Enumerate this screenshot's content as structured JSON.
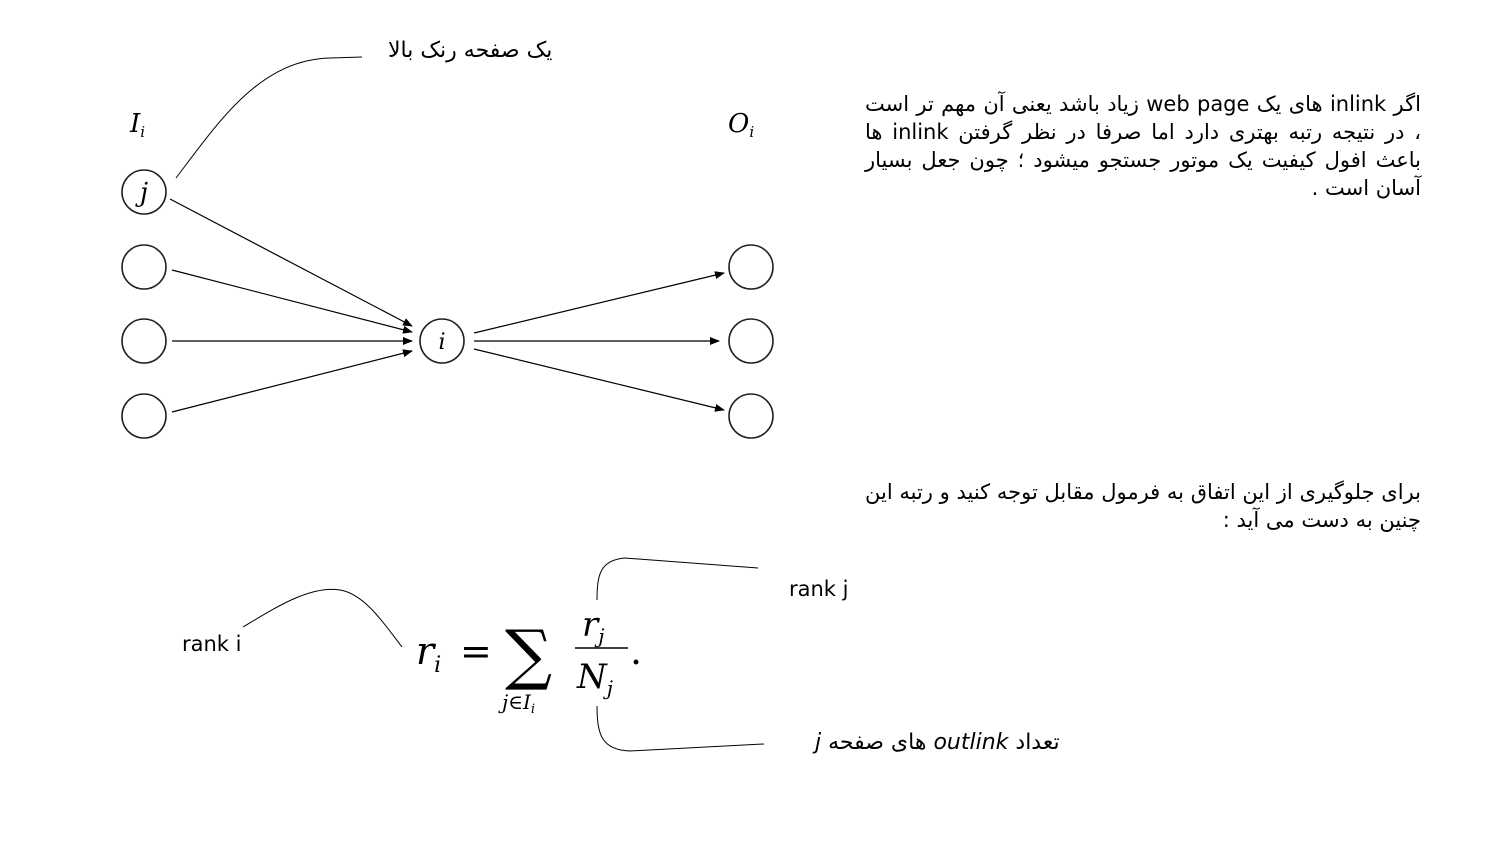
{
  "diagram": {
    "top_annotation": "یک صفحه رنک بالا",
    "input_set_label": "I",
    "input_set_sub": "i",
    "output_set_label": "O",
    "output_set_sub": "i",
    "node_j_label": "j",
    "node_i_label": "i"
  },
  "text": {
    "paragraph1": "اگر inlink های یک web page زیاد باشد یعنی آن مهم تر است ، در نتیجه رتبه بهتری دارد اما صرفا در نظر گرفتن inlink ها باعث افول کیفیت یک موتور جستجو میشود ؛ چون جعل بسیار آسان است .",
    "paragraph2": "برای جلوگیری از این اتفاق به فرمول مقابل توجه کنید و رتبه این چنین به دست می آید :"
  },
  "formula": {
    "lhs_var": "r",
    "lhs_sub": "i",
    "equals": "=",
    "sum": "∑",
    "sum_sub_j": "j",
    "sum_sub_in": "∈",
    "sum_sub_set": "I",
    "sum_sub_set_sub": "i",
    "num_var": "r",
    "num_sub": "j",
    "den_var": "N",
    "den_sub": "j",
    "period": "."
  },
  "annotations": {
    "rank_i": "rank i",
    "rank_j": "rank j",
    "outlink_prefix": "تعداد",
    "outlink_word": "outlink",
    "outlink_middle": "های صفحه",
    "outlink_j": "j"
  }
}
